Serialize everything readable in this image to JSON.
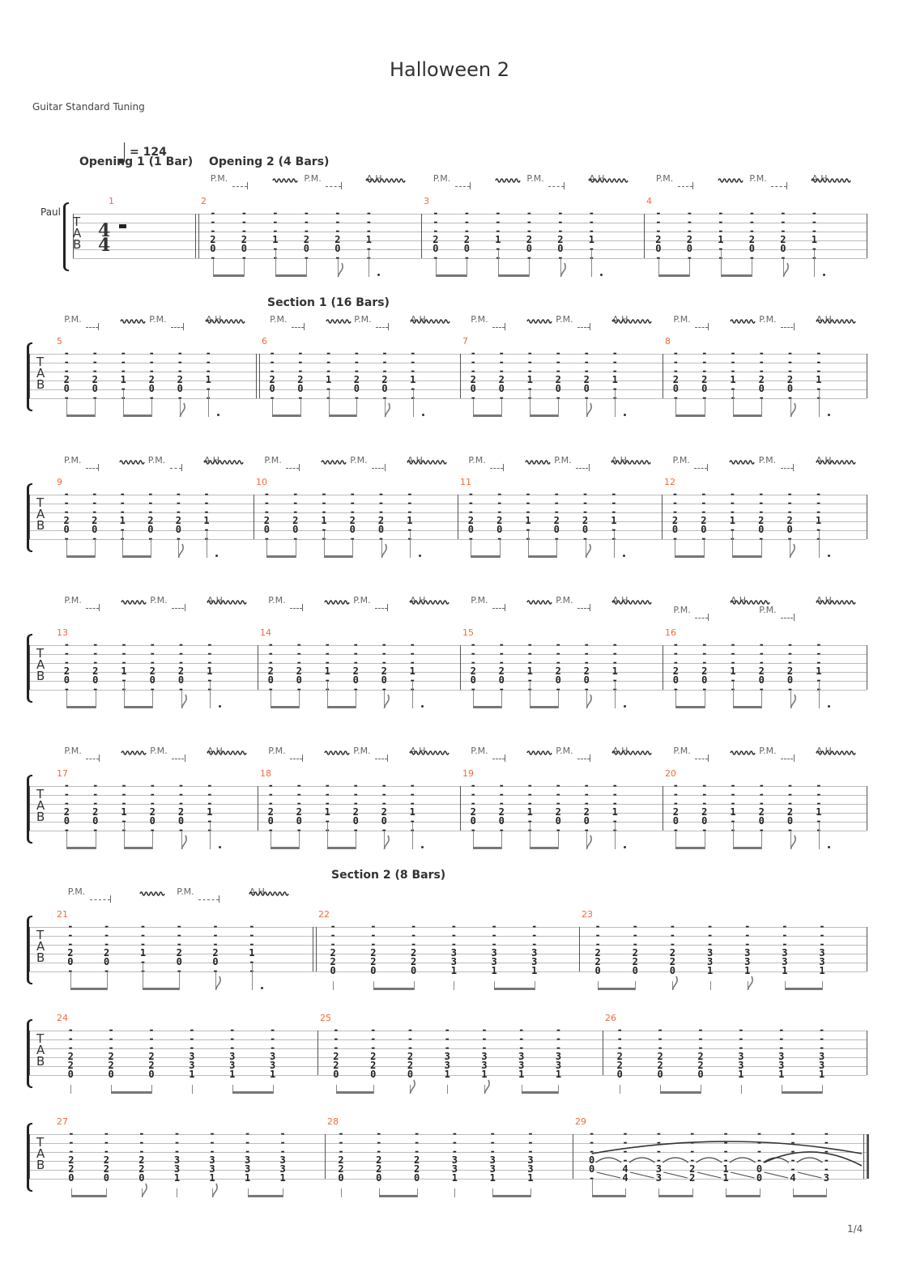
{
  "title": "Halloween 2",
  "tuning": "Guitar Standard Tuning",
  "track": "Paul",
  "tempo": "= 124",
  "page": "1/4",
  "tab_clef": [
    "T",
    "A",
    "B"
  ],
  "time_signature": {
    "num": "4",
    "den": "4"
  },
  "colors": {
    "bar_number": "#f26b3a",
    "text": "#333333",
    "staff": "#bdbdbd"
  },
  "sections": [
    {
      "label": "Opening 1 (1 Bar)",
      "bar": 1
    },
    {
      "label": "Opening 2 (4 Bars)",
      "bar": 2
    },
    {
      "label": "Section 1 (16 Bars)",
      "bar": 6
    },
    {
      "label": "Section 2 (8 Bars)",
      "bar": 22
    }
  ],
  "bars": [
    {
      "num": "1",
      "rest": true
    },
    {
      "num": "2",
      "double_start": true,
      "chords": [
        "---20-",
        "---20-",
        "---1--",
        "---20-",
        "---20-",
        "---1--"
      ],
      "rhythm": [
        "b",
        "e",
        "b",
        "e",
        "f",
        "d"
      ],
      "annotations": [
        {
          "type": "pm",
          "label": "P.M.",
          "from": 0,
          "to": 1
        },
        {
          "type": "vib",
          "at": 2
        },
        {
          "type": "pm",
          "label": "P.M.",
          "from": 3,
          "to": 4
        },
        {
          "type": "ah",
          "label": "A.H.",
          "at": 5
        }
      ]
    },
    {
      "num": "3",
      "chords": [
        "---20-",
        "---20-",
        "---1--",
        "---20-",
        "---20-",
        "---1--"
      ],
      "rhythm": [
        "b",
        "e",
        "b",
        "e",
        "f",
        "d"
      ],
      "annotations": [
        {
          "type": "pm",
          "label": "P.M.",
          "from": 0,
          "to": 1
        },
        {
          "type": "vib",
          "at": 2
        },
        {
          "type": "pm",
          "label": "P.M.",
          "from": 3,
          "to": 4
        },
        {
          "type": "ah",
          "label": "A.H.",
          "at": 5
        }
      ]
    },
    {
      "num": "4",
      "chords": [
        "---20-",
        "---20-",
        "---1--",
        "---20-",
        "---20-",
        "---1--"
      ],
      "rhythm": [
        "b",
        "e",
        "b",
        "e",
        "f",
        "d"
      ],
      "annotations": [
        {
          "type": "pm",
          "label": "P.M.",
          "from": 0,
          "to": 1
        },
        {
          "type": "vib",
          "at": 2
        },
        {
          "type": "pm",
          "label": "P.M.",
          "from": 3,
          "to": 4
        },
        {
          "type": "ah",
          "label": "A.H.",
          "at": 5
        }
      ]
    },
    {
      "num": "5",
      "chords": [
        "---20-",
        "---20-",
        "---1--",
        "---20-",
        "---20-",
        "---1--"
      ],
      "rhythm": [
        "b",
        "e",
        "b",
        "e",
        "f",
        "d"
      ],
      "annotations": [
        {
          "type": "pm",
          "label": "P.M.",
          "from": 0,
          "to": 1
        },
        {
          "type": "vib",
          "at": 2
        },
        {
          "type": "pm",
          "label": "P.M.",
          "from": 3,
          "to": 4
        },
        {
          "type": "ah",
          "label": "A.H.",
          "at": 5
        }
      ]
    },
    {
      "num": "6",
      "double_start": true,
      "chords": [
        "---20-",
        "---20-",
        "---1--",
        "---20-",
        "---20-",
        "---1--"
      ],
      "rhythm": [
        "b",
        "e",
        "b",
        "e",
        "f",
        "d"
      ],
      "annotations": [
        {
          "type": "pm",
          "label": "P.M.",
          "from": 0,
          "to": 1
        },
        {
          "type": "vib",
          "at": 2
        },
        {
          "type": "pm",
          "label": "P.M.",
          "from": 3,
          "to": 4
        },
        {
          "type": "ah",
          "label": "A.H.",
          "at": 5
        }
      ]
    },
    {
      "num": "7",
      "chords": [
        "---20-",
        "---20-",
        "---1--",
        "---20-",
        "---20-",
        "---1--"
      ],
      "rhythm": [
        "b",
        "e",
        "b",
        "e",
        "f",
        "d"
      ],
      "annotations": [
        {
          "type": "pm",
          "label": "P.M.",
          "from": 0,
          "to": 1
        },
        {
          "type": "vib",
          "at": 2
        },
        {
          "type": "pm",
          "label": "P.M.",
          "from": 3,
          "to": 4
        },
        {
          "type": "ah",
          "label": "A.H.",
          "at": 5
        }
      ]
    },
    {
      "num": "8",
      "chords": [
        "---20-",
        "---20-",
        "---1--",
        "---20-",
        "---20-",
        "---1--"
      ],
      "rhythm": [
        "b",
        "e",
        "b",
        "e",
        "f",
        "d"
      ],
      "annotations": [
        {
          "type": "pm",
          "label": "P.M.",
          "from": 0,
          "to": 1
        },
        {
          "type": "vib",
          "at": 2
        },
        {
          "type": "pm",
          "label": "P.M.",
          "from": 3,
          "to": 4
        },
        {
          "type": "ah",
          "label": "A.H.",
          "at": 5
        }
      ]
    },
    {
      "num": "9",
      "chords": [
        "---20-",
        "---20-",
        "---1--",
        "---20-",
        "---20-",
        "---1--"
      ],
      "rhythm": [
        "b",
        "e",
        "b",
        "e",
        "f",
        "d"
      ],
      "annotations": [
        {
          "type": "pm",
          "label": "P.M.",
          "from": 0,
          "to": 1
        },
        {
          "type": "vib",
          "at": 2
        },
        {
          "type": "pm",
          "label": "P.M.",
          "from": 3,
          "to": 4
        },
        {
          "type": "ah",
          "label": "A.H.",
          "at": 5
        }
      ]
    },
    {
      "num": "10",
      "chords": [
        "---20-",
        "---20-",
        "---1--",
        "---20-",
        "---20-",
        "---1--"
      ],
      "rhythm": [
        "b",
        "e",
        "b",
        "e",
        "f",
        "d"
      ],
      "annotations": [
        {
          "type": "pm",
          "label": "P.M.",
          "from": 0,
          "to": 1
        },
        {
          "type": "vib",
          "at": 2
        },
        {
          "type": "pm",
          "label": "P.M.",
          "from": 3,
          "to": 4
        },
        {
          "type": "ah",
          "label": "A.H.",
          "at": 5
        }
      ]
    },
    {
      "num": "11",
      "chords": [
        "---20-",
        "---20-",
        "---1--",
        "---20-",
        "---20-",
        "---1--"
      ],
      "rhythm": [
        "b",
        "e",
        "b",
        "e",
        "f",
        "d"
      ],
      "annotations": [
        {
          "type": "pm",
          "label": "P.M.",
          "from": 0,
          "to": 1
        },
        {
          "type": "vib",
          "at": 2
        },
        {
          "type": "pm",
          "label": "P.M.",
          "from": 3,
          "to": 4
        },
        {
          "type": "ah",
          "label": "A.H.",
          "at": 5
        }
      ]
    },
    {
      "num": "12",
      "chords": [
        "---20-",
        "---20-",
        "---1--",
        "---20-",
        "---20-",
        "---1--"
      ],
      "rhythm": [
        "b",
        "e",
        "b",
        "e",
        "f",
        "d"
      ],
      "annotations": [
        {
          "type": "pm",
          "label": "P.M.",
          "from": 0,
          "to": 1
        },
        {
          "type": "vib",
          "at": 2
        },
        {
          "type": "pm",
          "label": "P.M.",
          "from": 3,
          "to": 4
        },
        {
          "type": "ah",
          "label": "A.H.",
          "at": 5
        }
      ]
    },
    {
      "num": "13",
      "chords": [
        "---20-",
        "---20-",
        "---1--",
        "---20-",
        "---20-",
        "---1--"
      ],
      "rhythm": [
        "b",
        "e",
        "b",
        "e",
        "f",
        "d"
      ],
      "annotations": [
        {
          "type": "pm",
          "label": "P.M.",
          "from": 0,
          "to": 1
        },
        {
          "type": "vib",
          "at": 2
        },
        {
          "type": "pm",
          "label": "P.M.",
          "from": 3,
          "to": 4
        },
        {
          "type": "ah",
          "label": "A.H.",
          "at": 5
        }
      ]
    },
    {
      "num": "14",
      "chords": [
        "---20-",
        "---20-",
        "---1--",
        "---20-",
        "---20-",
        "---1--"
      ],
      "rhythm": [
        "b",
        "e",
        "b",
        "e",
        "f",
        "d"
      ],
      "annotations": [
        {
          "type": "pm",
          "label": "P.M.",
          "from": 0,
          "to": 1
        },
        {
          "type": "vib",
          "at": 2
        },
        {
          "type": "pm",
          "label": "P.M.",
          "from": 3,
          "to": 4
        },
        {
          "type": "ah",
          "label": "A.H.",
          "at": 5
        }
      ]
    },
    {
      "num": "15",
      "chords": [
        "---20-",
        "---20-",
        "---1--",
        "---20-",
        "---20-",
        "---1--"
      ],
      "rhythm": [
        "b",
        "e",
        "b",
        "e",
        "f",
        "d"
      ],
      "annotations": [
        {
          "type": "pm",
          "label": "P.M.",
          "from": 0,
          "to": 1
        },
        {
          "type": "vib",
          "at": 2
        },
        {
          "type": "pm",
          "label": "P.M.",
          "from": 3,
          "to": 4
        },
        {
          "type": "ah",
          "label": "A.H.",
          "at": 5
        }
      ]
    },
    {
      "num": "16",
      "chords": [
        "---20-",
        "---20-",
        "---1--",
        "---20-",
        "---20-",
        "---1--"
      ],
      "rhythm": [
        "b",
        "e",
        "b",
        "e",
        "f",
        "d"
      ],
      "annotations": [
        {
          "type": "pm",
          "label": "P.M.",
          "from": 0,
          "to": 1,
          "row": 1
        },
        {
          "type": "ah",
          "label": "A.H.",
          "at": 2
        },
        {
          "type": "pm",
          "label": "P.M.",
          "from": 3,
          "to": 4,
          "row": 1
        },
        {
          "type": "ah",
          "label": "A.H.",
          "at": 5
        }
      ]
    },
    {
      "num": "17",
      "chords": [
        "---20-",
        "---20-",
        "---1--",
        "---20-",
        "---20-",
        "---1--"
      ],
      "rhythm": [
        "b",
        "e",
        "b",
        "e",
        "f",
        "d"
      ],
      "annotations": [
        {
          "type": "pm",
          "label": "P.M.",
          "from": 0,
          "to": 1
        },
        {
          "type": "vib",
          "at": 2
        },
        {
          "type": "pm",
          "label": "P.M.",
          "from": 3,
          "to": 4
        },
        {
          "type": "ah",
          "label": "A.H.",
          "at": 5
        }
      ]
    },
    {
      "num": "18",
      "chords": [
        "---20-",
        "---20-",
        "---1--",
        "---20-",
        "---20-",
        "---1--"
      ],
      "rhythm": [
        "b",
        "e",
        "b",
        "e",
        "f",
        "d"
      ],
      "annotations": [
        {
          "type": "pm",
          "label": "P.M.",
          "from": 0,
          "to": 1
        },
        {
          "type": "vib",
          "at": 2
        },
        {
          "type": "pm",
          "label": "P.M.",
          "from": 3,
          "to": 4
        },
        {
          "type": "ah",
          "label": "A.H.",
          "at": 5
        }
      ]
    },
    {
      "num": "19",
      "chords": [
        "---20-",
        "---20-",
        "---1--",
        "---20-",
        "---20-",
        "---1--"
      ],
      "rhythm": [
        "b",
        "e",
        "b",
        "e",
        "f",
        "d"
      ],
      "annotations": [
        {
          "type": "pm",
          "label": "P.M.",
          "from": 0,
          "to": 1
        },
        {
          "type": "vib",
          "at": 2
        },
        {
          "type": "pm",
          "label": "P.M.",
          "from": 3,
          "to": 4
        },
        {
          "type": "ah",
          "label": "A.H.",
          "at": 5
        }
      ]
    },
    {
      "num": "20",
      "chords": [
        "---20-",
        "---20-",
        "---1--",
        "---20-",
        "---20-",
        "---1--"
      ],
      "rhythm": [
        "b",
        "e",
        "b",
        "e",
        "f",
        "d"
      ],
      "annotations": [
        {
          "type": "pm",
          "label": "P.M.",
          "from": 0,
          "to": 1
        },
        {
          "type": "vib",
          "at": 2
        },
        {
          "type": "pm",
          "label": "P.M.",
          "from": 3,
          "to": 4
        },
        {
          "type": "ah",
          "label": "A.H.",
          "at": 5
        }
      ]
    },
    {
      "num": "21",
      "chords": [
        "---20-",
        "---20-",
        "---1--",
        "---20-",
        "---20-",
        "---1--"
      ],
      "rhythm": [
        "b",
        "e",
        "b",
        "e",
        "f",
        "d"
      ],
      "annotations": [
        {
          "type": "pm",
          "label": "P.M.",
          "from": 0,
          "to": 1
        },
        {
          "type": "vib",
          "at": 2
        },
        {
          "type": "pm",
          "label": "P.M.",
          "from": 3,
          "to": 4
        },
        {
          "type": "ah",
          "label": "A.H.",
          "at": 5
        }
      ]
    },
    {
      "num": "22",
      "double_start": true,
      "chords": [
        "---220",
        "---220",
        "---220",
        "---331",
        "---331",
        "---331"
      ],
      "rhythm": [
        "q",
        "b",
        "e",
        "q",
        "b",
        "e"
      ]
    },
    {
      "num": "23",
      "chords": [
        "---220",
        "---220",
        "---220",
        "---331",
        "---331",
        "---331",
        "---331"
      ],
      "rhythm": [
        "b",
        "e",
        "f",
        "q",
        "f",
        "b",
        "e"
      ]
    },
    {
      "num": "24",
      "chords": [
        "---220",
        "---220",
        "---220",
        "---331",
        "---331",
        "---331"
      ],
      "rhythm": [
        "q",
        "b",
        "e",
        "q",
        "b",
        "e"
      ]
    },
    {
      "num": "25",
      "chords": [
        "---220",
        "---220",
        "---220",
        "---331",
        "---331",
        "---331",
        "---331"
      ],
      "rhythm": [
        "b",
        "e",
        "f",
        "q",
        "f",
        "b",
        "e"
      ]
    },
    {
      "num": "26",
      "chords": [
        "---220",
        "---220",
        "---220",
        "---331",
        "---331",
        "---331"
      ],
      "rhythm": [
        "q",
        "b",
        "e",
        "q",
        "b",
        "e"
      ]
    },
    {
      "num": "27",
      "chords": [
        "---220",
        "---220",
        "---220",
        "---331",
        "---331",
        "---331",
        "---331"
      ],
      "rhythm": [
        "b",
        "e",
        "f",
        "q",
        "f",
        "b",
        "e"
      ]
    },
    {
      "num": "28",
      "chords": [
        "---220",
        "---220",
        "---220",
        "---331",
        "---331",
        "---331"
      ],
      "rhythm": [
        "q",
        "b",
        "e",
        "q",
        "b",
        "e"
      ]
    },
    {
      "num": "29",
      "final": true,
      "ties": true,
      "chords": [
        "---00-",
        "----44",
        "----33",
        "----22",
        "----11",
        "----00",
        "-----4",
        "-----3"
      ],
      "rhythm": [
        "b",
        "e",
        "b",
        "e",
        "b",
        "e",
        "b",
        "e"
      ]
    }
  ]
}
